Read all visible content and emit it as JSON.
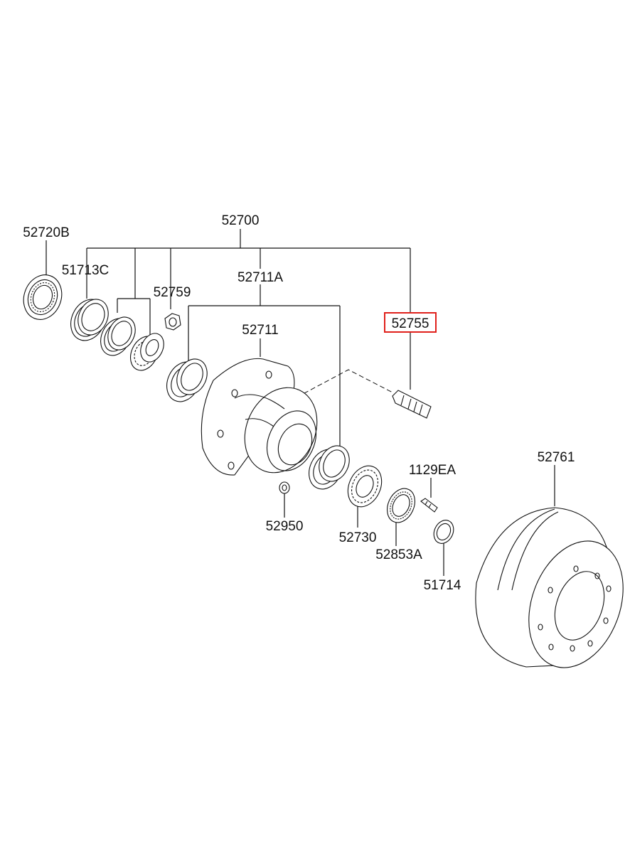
{
  "highlight_color": "#e0201b",
  "labels": {
    "assembly": "52700",
    "bearing_outer": "52720B",
    "seal_outer": "51713C",
    "nut": "52759",
    "hub_sub": "52711A",
    "hub": "52711",
    "hub_bolt": "52755",
    "plug": "52950",
    "bearing_inner": "52730",
    "tone_ring": "52853A",
    "screw": "1129EA",
    "seal_inner": "51714",
    "drum": "52761"
  },
  "highlighted_part": "52755"
}
